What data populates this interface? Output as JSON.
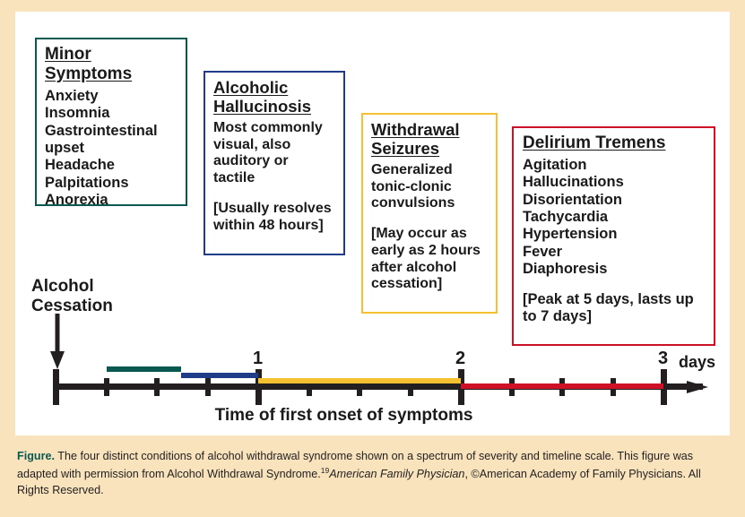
{
  "figure": {
    "panel_bg": "#FFFFFF",
    "outer_bg": "#F8E3BD"
  },
  "boxes": [
    {
      "id": "minor",
      "title": "Minor Symptoms",
      "border_color": "#0A5951",
      "items": "Anxiety\nInsomnia\nGastrointestinal\n  upset\nHeadache\nPalpitations\nAnorexia",
      "note": ""
    },
    {
      "id": "hallucinosis",
      "title": "Alcoholic \nHallucinosis",
      "border_color": "#1F3C88",
      "items": "Most commonly\nvisual, also\nauditory or\ntactile",
      "note": "[Usually resolves\nwithin 48 hours]"
    },
    {
      "id": "seizures",
      "title": "Withdrawal \nSeizures",
      "border_color": "#F5C130",
      "items": "Generalized\ntonic-clonic\nconvulsions",
      "note": "[May occur as\nearly as 2 hours\nafter alcohol\ncessation]"
    },
    {
      "id": "delirium-tremens",
      "title": "Delirium Tremens",
      "border_color": "#CE1127",
      "items": "Agitation\nHallucinations\nDisorientation\nTachycardia\nHypertension\nFever\nDiaphoresis",
      "note": "[Peak at 5 days, lasts up\nto 7 days]"
    }
  ],
  "timeline": {
    "cessation_label": "Alcohol\nCessation",
    "axis_title": "Time of first onset of symptoms",
    "unit_label": "days",
    "day_labels": [
      "1",
      "2",
      "3"
    ],
    "tick_days": [
      0,
      0.25,
      0.5,
      0.75,
      1,
      1.25,
      1.5,
      1.75,
      2,
      2.25,
      2.5,
      2.75,
      3
    ],
    "major_tick_days": [
      0,
      1,
      2,
      3
    ],
    "segments": [
      {
        "name": "minor-symptoms",
        "color": "#0A5951",
        "start_day": 0.25,
        "end_day": 0.62,
        "row": 0
      },
      {
        "name": "alcoholic-hallucinosis",
        "color": "#1F3C88",
        "start_day": 0.62,
        "end_day": 1.0,
        "row": 1
      },
      {
        "name": "withdrawal-seizures",
        "color": "#F5C130",
        "start_day": 1.0,
        "end_day": 2.0,
        "row": 2
      },
      {
        "name": "delirium-tremens",
        "color": "#CE1127",
        "start_day": 2.0,
        "end_day": 3.0,
        "row": 3
      }
    ]
  },
  "caption": {
    "figure_word": "Figure.",
    "text_1": " The four distinct conditions of alcohol withdrawal syndrome shown on a spectrum of severity and timeline scale. This figure was adapted with permission from Alcohol Withdrawal Syndrome.",
    "reference": "19",
    "journal": "American Family Physician",
    "text_2": ", ©American Academy of Family Physicians. All Rights Reserved."
  }
}
